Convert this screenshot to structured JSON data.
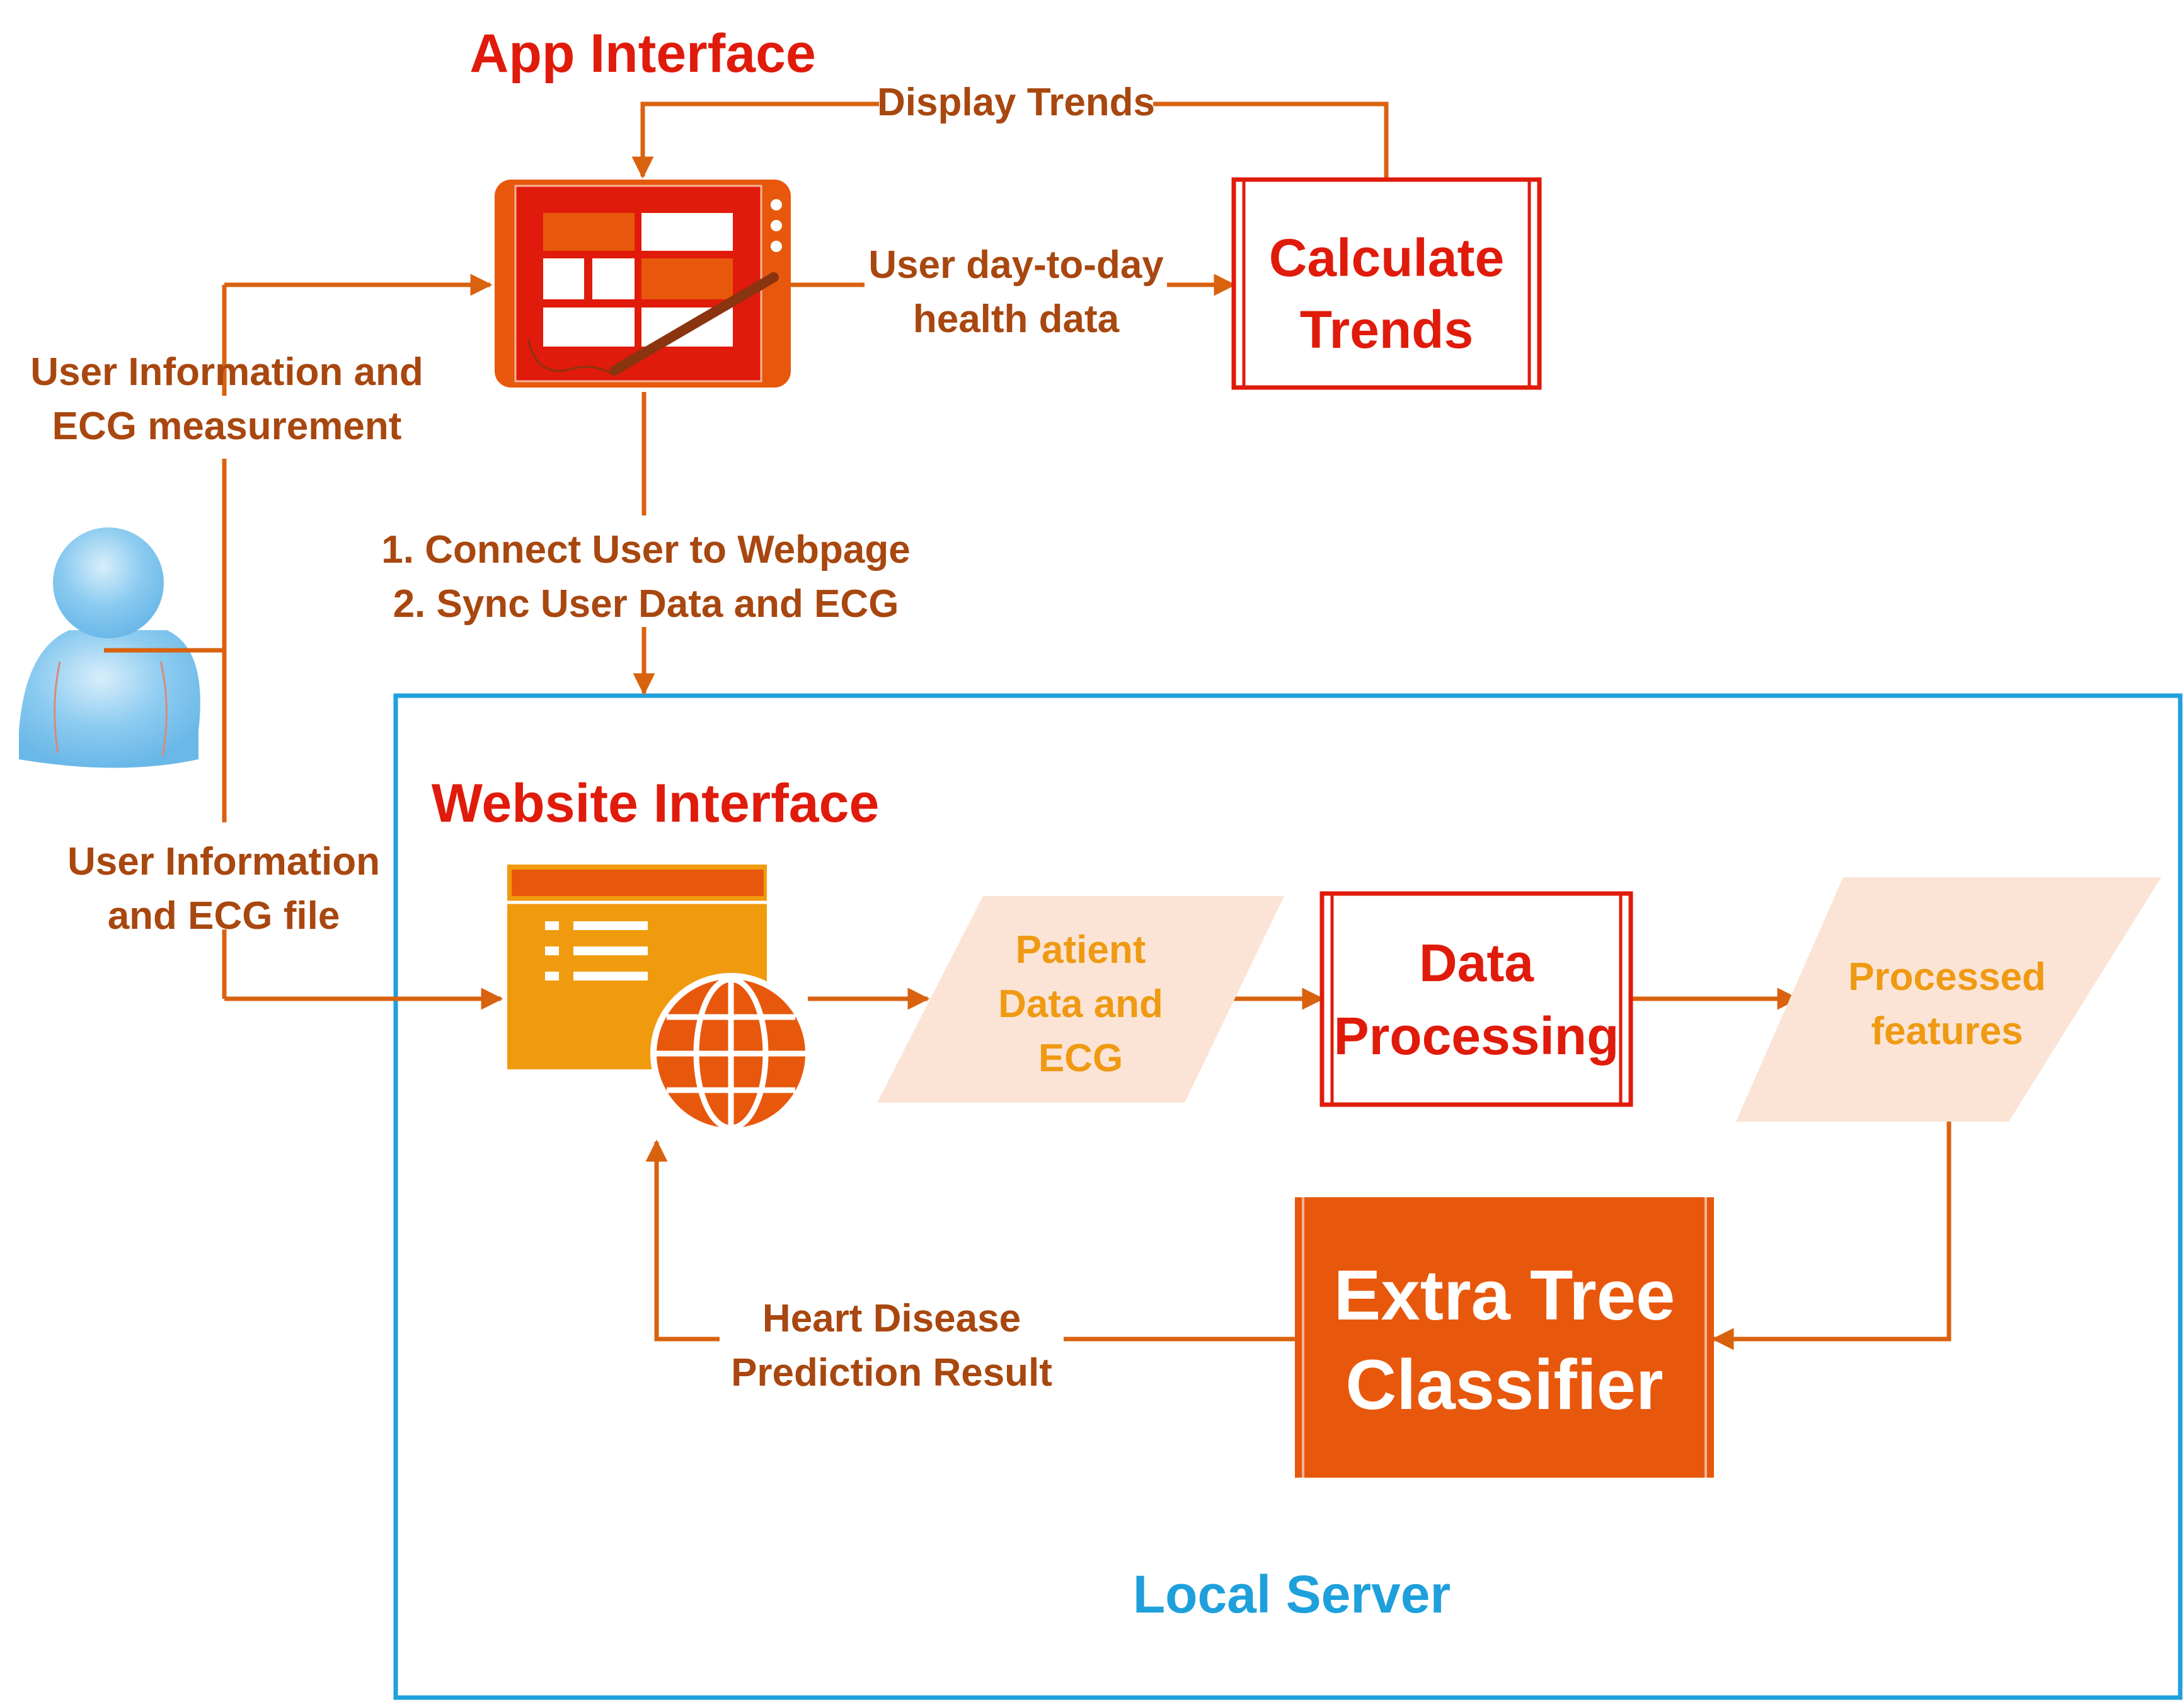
{
  "colors": {
    "accent_orange": "#e8580c",
    "flow_line": "#d9620f",
    "label_brown": "#a8470f",
    "title_red": "#e01b0b",
    "server_blue": "#1ea0dc",
    "data_text": "#ef9a12",
    "parallelogram_fill": "#fbe4d6",
    "browser_fill": "#f09b0e",
    "person_fill": "#8ccbf0"
  },
  "app_interface": {
    "title": "App Interface",
    "icon": "tablet-icon"
  },
  "trends": {
    "box_label_line1": "Calculate",
    "box_label_line2": "Trends",
    "display_label": "Display Trends",
    "input_label_line1": "User day-to-day",
    "input_label_line2": "health data"
  },
  "user": {
    "icon": "person-icon",
    "to_app_label_line1": "User Information and",
    "to_app_label_line2": "ECG measurement",
    "to_web_label_line1": "User Information",
    "to_web_label_line2": "and ECG file"
  },
  "sync": {
    "line1": "1. Connect User to Webpage",
    "line2": "2. Sync User Data and ECG"
  },
  "server": {
    "label": "Local Server",
    "website_title": "Website Interface",
    "website_icon": "web-browser-globe-icon",
    "patient_data_line1": "Patient",
    "patient_data_line2": "Data and",
    "patient_data_line3": "ECG",
    "processing_line1": "Data",
    "processing_line2": "Processing",
    "features_line1": "Processed",
    "features_line2": "features",
    "classifier_line1": "Extra Tree",
    "classifier_line2": "Classifier",
    "result_line1": "Heart Disease",
    "result_line2": "Prediction Result"
  }
}
